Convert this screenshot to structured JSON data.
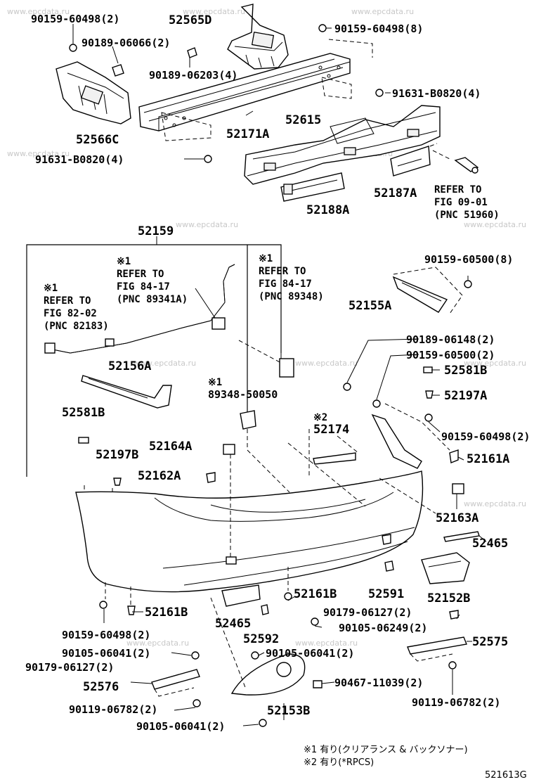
{
  "watermark": "www.epcdata.ru",
  "labels": {
    "p1": "90159-60498(2)",
    "p2": "52565D",
    "p3": "90159-60498(8)",
    "p4": "90189-06066(2)",
    "p5": "90189-06203(4)",
    "p6": "91631-B0820(4)",
    "p7": "52566C",
    "p8": "52171A",
    "p9": "52615",
    "p10": "91631-B0820(4)",
    "p11": "52187A",
    "p12": "52188A",
    "p13": "52159",
    "p14": "90159-60500(8)",
    "p15": "52155A",
    "p16": "90189-06148(2)",
    "p17": "90159-60500(2)",
    "p18": "52581B",
    "p19": "52197A",
    "p20": "52156A",
    "p21": "89348-50050",
    "p22": "52581B",
    "p23": "52174",
    "p24": "90159-60498(2)",
    "p25": "52197B",
    "p26": "52164A",
    "p27": "52161A",
    "p28": "52162A",
    "p29": "52163A",
    "p30": "52465",
    "p31": "52161B",
    "p32": "52591",
    "p33": "52152B",
    "p34": "52161B",
    "p35": "90179-06127(2)",
    "p36": "52465",
    "p37": "90105-06249(2)",
    "p38": "90159-60498(2)",
    "p39": "52592",
    "p40": "52575",
    "p41": "90105-06041(2)",
    "p42": "90105-06041(2)",
    "p43": "90179-06127(2)",
    "p44": "90467-11039(2)",
    "p45": "52576",
    "p46": "52153B",
    "p47": "90119-06782(2)",
    "p48": "90119-06782(2)",
    "p49": "90105-06041(2)"
  },
  "refs": {
    "r1": [
      "REFER TO",
      "FIG 09-01",
      "(PNC 51960)"
    ],
    "r2": [
      "※1",
      "REFER TO",
      "FIG 84-17",
      "(PNC 89341A)"
    ],
    "r3": [
      "※1",
      "REFER TO",
      "FIG 84-17",
      "(PNC 89348)"
    ],
    "r4": [
      "※1",
      "REFER TO",
      "FIG 82-02",
      "(PNC 82183)"
    ],
    "r5": [
      "※1"
    ],
    "r6": [
      "※2"
    ]
  },
  "footnotes": {
    "n1": "※1 有り(クリアランス & バックソナー)",
    "n2": "※2 有り(*RPCS)"
  },
  "figure_code": "521613G"
}
